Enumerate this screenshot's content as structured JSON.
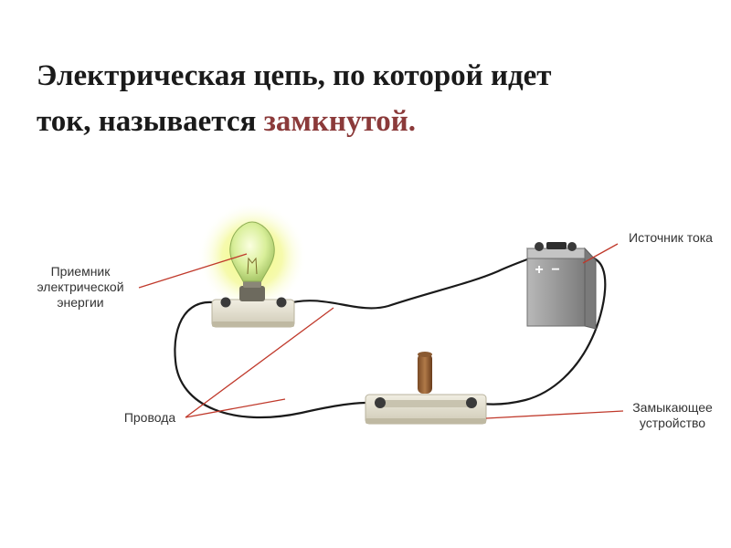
{
  "heading": {
    "line1": "Электрическая цепь, по которой идет",
    "line2_prefix": "ток, называется",
    "line2_accent": "замкнутой."
  },
  "labels": {
    "receiver": [
      "Приемник",
      "электрической",
      "энергии"
    ],
    "wires": "Провода",
    "source": "Источник тока",
    "switch": [
      "Замыкающее",
      "устройство"
    ]
  },
  "battery_terminals": {
    "plus": "+",
    "minus": "−"
  },
  "colors": {
    "accent_text": "#8b3a3a",
    "pointer_line": "#c0392b",
    "wire": "#1a1a1a",
    "bulb_glow": "#e8f54a",
    "battery_body": "#9a9a9a",
    "base": "#e3dfcf"
  }
}
